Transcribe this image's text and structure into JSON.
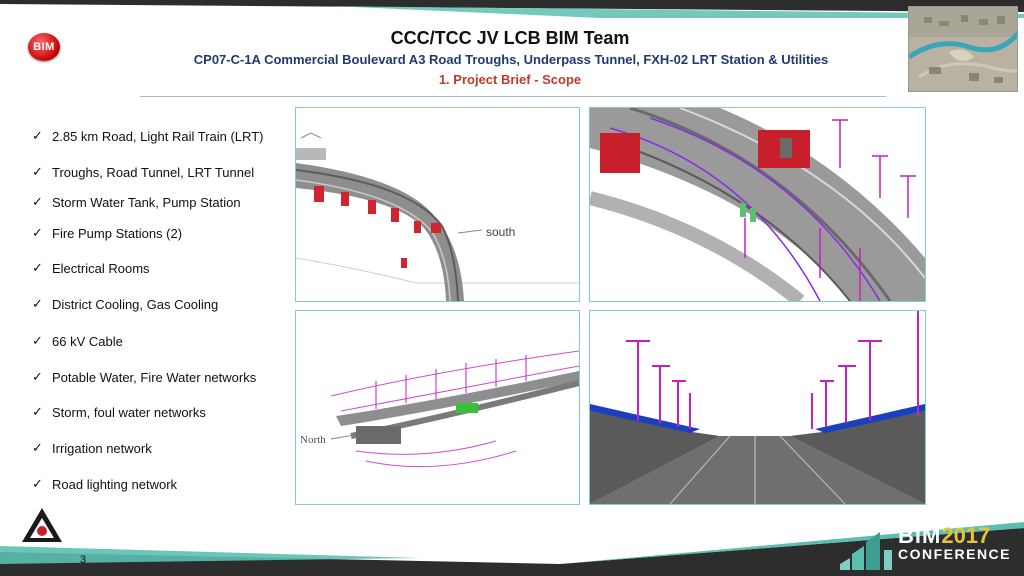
{
  "header": {
    "title": "CCC/TCC JV LCB BIM Team",
    "subtitle": "CP07-C-1A Commercial Boulevard A3 Road Troughs, Underpass Tunnel, FXH-02 LRT Station & Utilities",
    "section": "1.    Project Brief - Scope",
    "logo_text": "BIM"
  },
  "scope_items": [
    "2.85 km Road, Light Rail Train (LRT)",
    "Troughs, Road Tunnel, LRT Tunnel",
    "Storm Water Tank, Pump Station",
    "Fire Pump Stations (2)",
    "Electrical  Rooms",
    "District Cooling, Gas Cooling",
    "66 kV Cable",
    "Potable Water, Fire Water networks",
    "Storm, foul water networks",
    "Irrigation network",
    "Road lighting network"
  ],
  "check_glyph": "✓",
  "panels": {
    "south_label": "south",
    "north_label": "North"
  },
  "footer": {
    "page_number": "3",
    "conference_bim": "BIM",
    "conference_year": "2017",
    "conference_word": "CONFERENCE"
  },
  "colors": {
    "teal_border": "#7fcfc4",
    "title_blue": "#1f3a6e",
    "section_red": "#c0392b",
    "band_dark": "#2d2d2d",
    "band_teal": "#5bbfb0",
    "year_gold": "#e8c33a"
  }
}
